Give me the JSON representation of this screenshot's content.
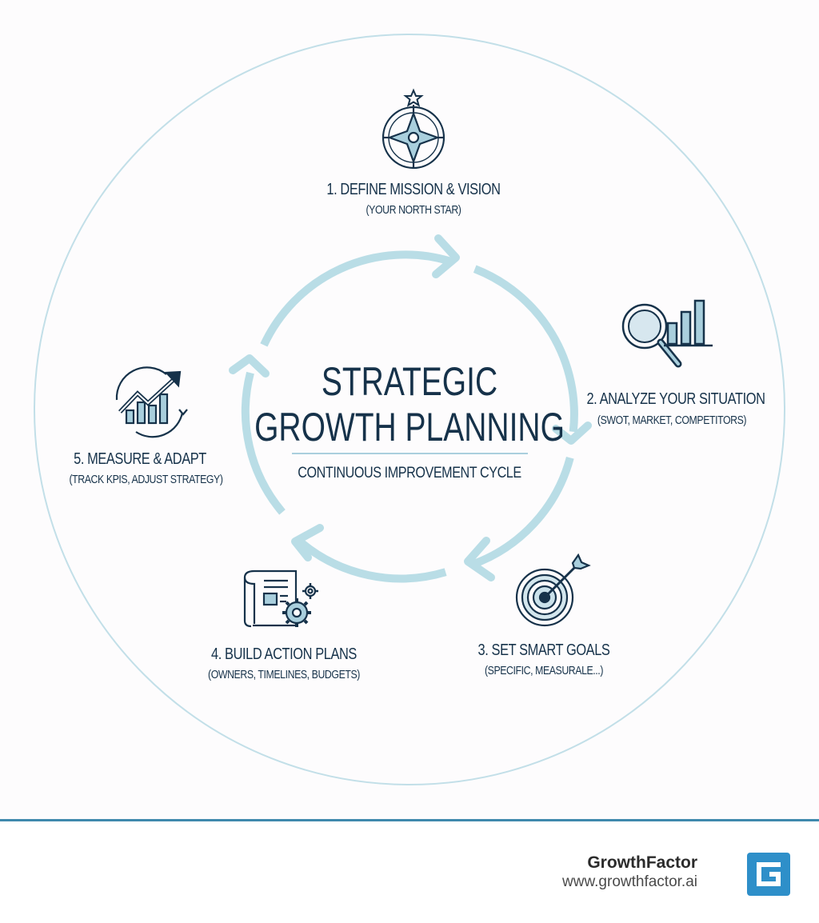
{
  "title": {
    "line1": "STRATEGIC",
    "line2": "GROWTH PLANNING",
    "subtitle": "CONTINUOUS IMPROVEMENT CYCLE"
  },
  "steps": [
    {
      "title": "1. DEFINE MISSION & VISION",
      "subtitle": "(YOUR NORTH STAR)",
      "icon": "compass-icon"
    },
    {
      "title": "2. ANALYZE YOUR SITUATION",
      "subtitle": "(SWOT, MARKET, COMPETITORS)",
      "icon": "magnifier-chart-icon"
    },
    {
      "title": "3. SET SMART GOALS",
      "subtitle": "(SPECIFIC, MEASURALE...)",
      "icon": "target-icon"
    },
    {
      "title": "4. BUILD ACTION PLANS",
      "subtitle": "(OWNERS, TIMELINES, BUDGETS)",
      "icon": "scroll-gears-icon"
    },
    {
      "title": "5. MEASURE & ADAPT",
      "subtitle": "(TRACK KPIS, ADJUST STRATEGY)",
      "icon": "growth-chart-icon"
    }
  ],
  "footer": {
    "brand": "GrowthFactor",
    "url": "www.growthfactor.ai"
  },
  "colors": {
    "navy": "#16324a",
    "cycle_arrow": "#b9dde6",
    "outer_ring": "#c2dfe8",
    "accent_blue": "#3f89ad",
    "icon_fill": "#a9cfdd"
  }
}
